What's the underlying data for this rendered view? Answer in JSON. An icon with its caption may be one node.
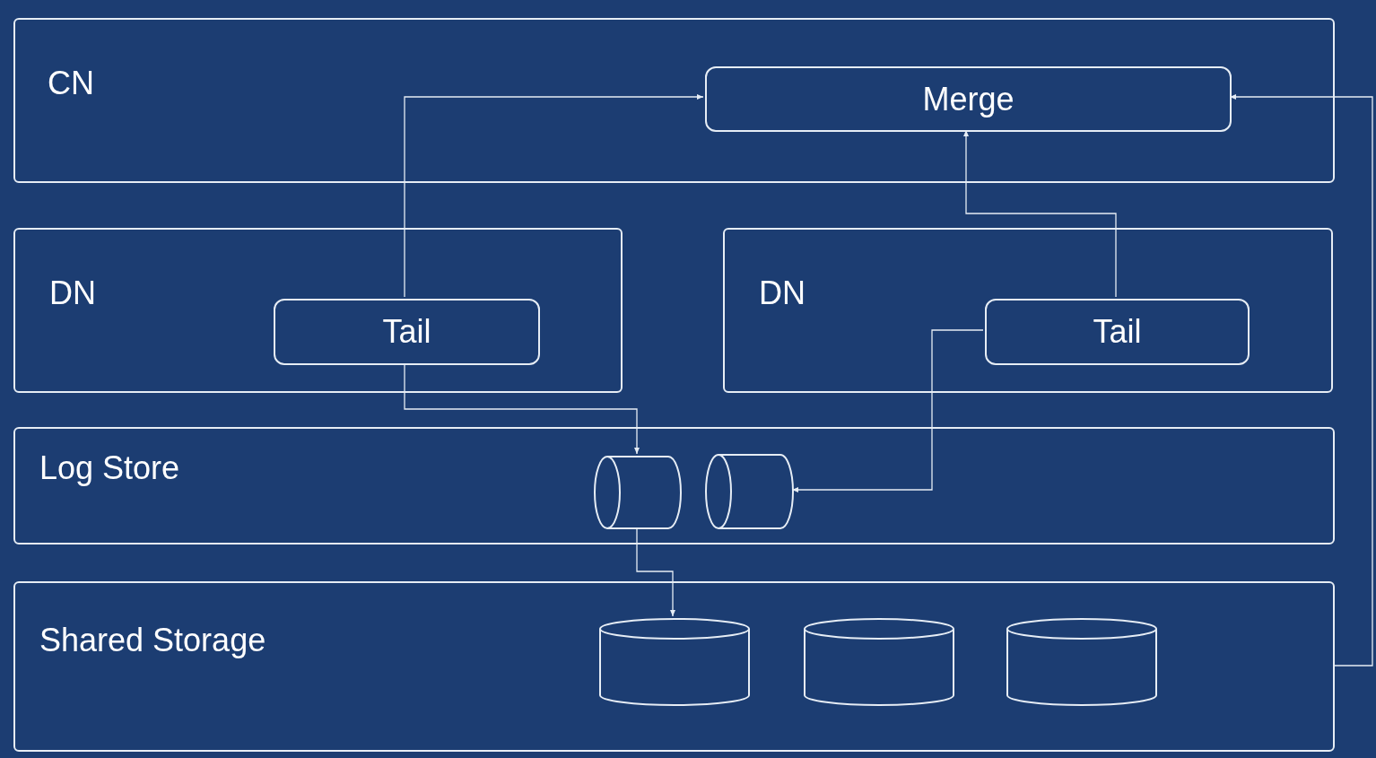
{
  "diagram": {
    "nodes": [
      {
        "text": [
          "CN"
        ]
      },
      {
        "text": [
          "Merge"
        ],
        "in": 0
      },
      {
        "text": [
          "DN"
        ]
      },
      {
        "text": [
          "Tail"
        ],
        "in": 2
      },
      {
        "text": [
          "DN"
        ]
      },
      {
        "text": [
          "Tail"
        ],
        "in": 4
      },
      {
        "text": [
          "Log Store"
        ]
      },
      {
        "text": [],
        "shape": "cylinder",
        "in": 6
      },
      {
        "text": [],
        "shape": "cylinder",
        "in": 6
      },
      {
        "text": [
          "Shared Storage"
        ]
      },
      {
        "text": [],
        "shape": "cylinder",
        "in": 9
      },
      {
        "text": [],
        "shape": "cylinder",
        "in": 9
      },
      {
        "text": [],
        "shape": "cylinder",
        "in": 9
      }
    ],
    "edges": [
      {
        "from": 3,
        "to": 1,
        "arrow": "to"
      },
      {
        "from": 5,
        "to": 1,
        "arrow": "to"
      },
      {
        "from": 3,
        "to": 7,
        "arrow": "to"
      },
      {
        "from": 5,
        "to": 8,
        "arrow": "to"
      },
      {
        "from": 7,
        "to": 10,
        "arrow": "to"
      },
      {
        "from": 9,
        "to": 1,
        "arrow": "to"
      }
    ]
  }
}
